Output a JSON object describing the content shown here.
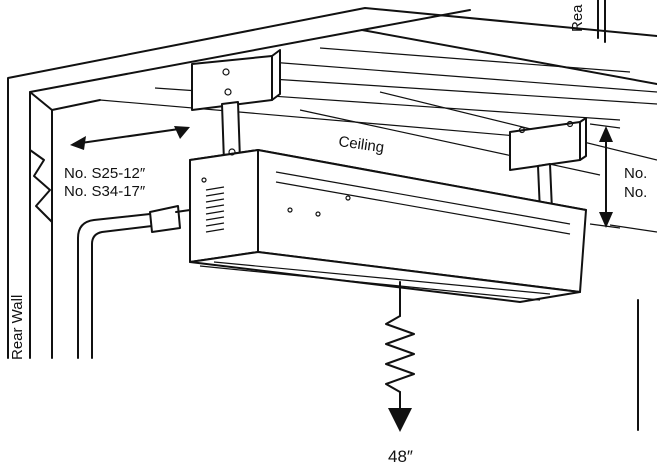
{
  "labels": {
    "ceiling": "Ceiling",
    "rear_wall": "Rear Wall",
    "rear_top": "Rea",
    "model_1_clearance": "No. S25-12″",
    "model_2_clearance": "No. S34-17″",
    "right_label_1": "No.",
    "right_label_2": "No.",
    "mount_height": "48″"
  }
}
